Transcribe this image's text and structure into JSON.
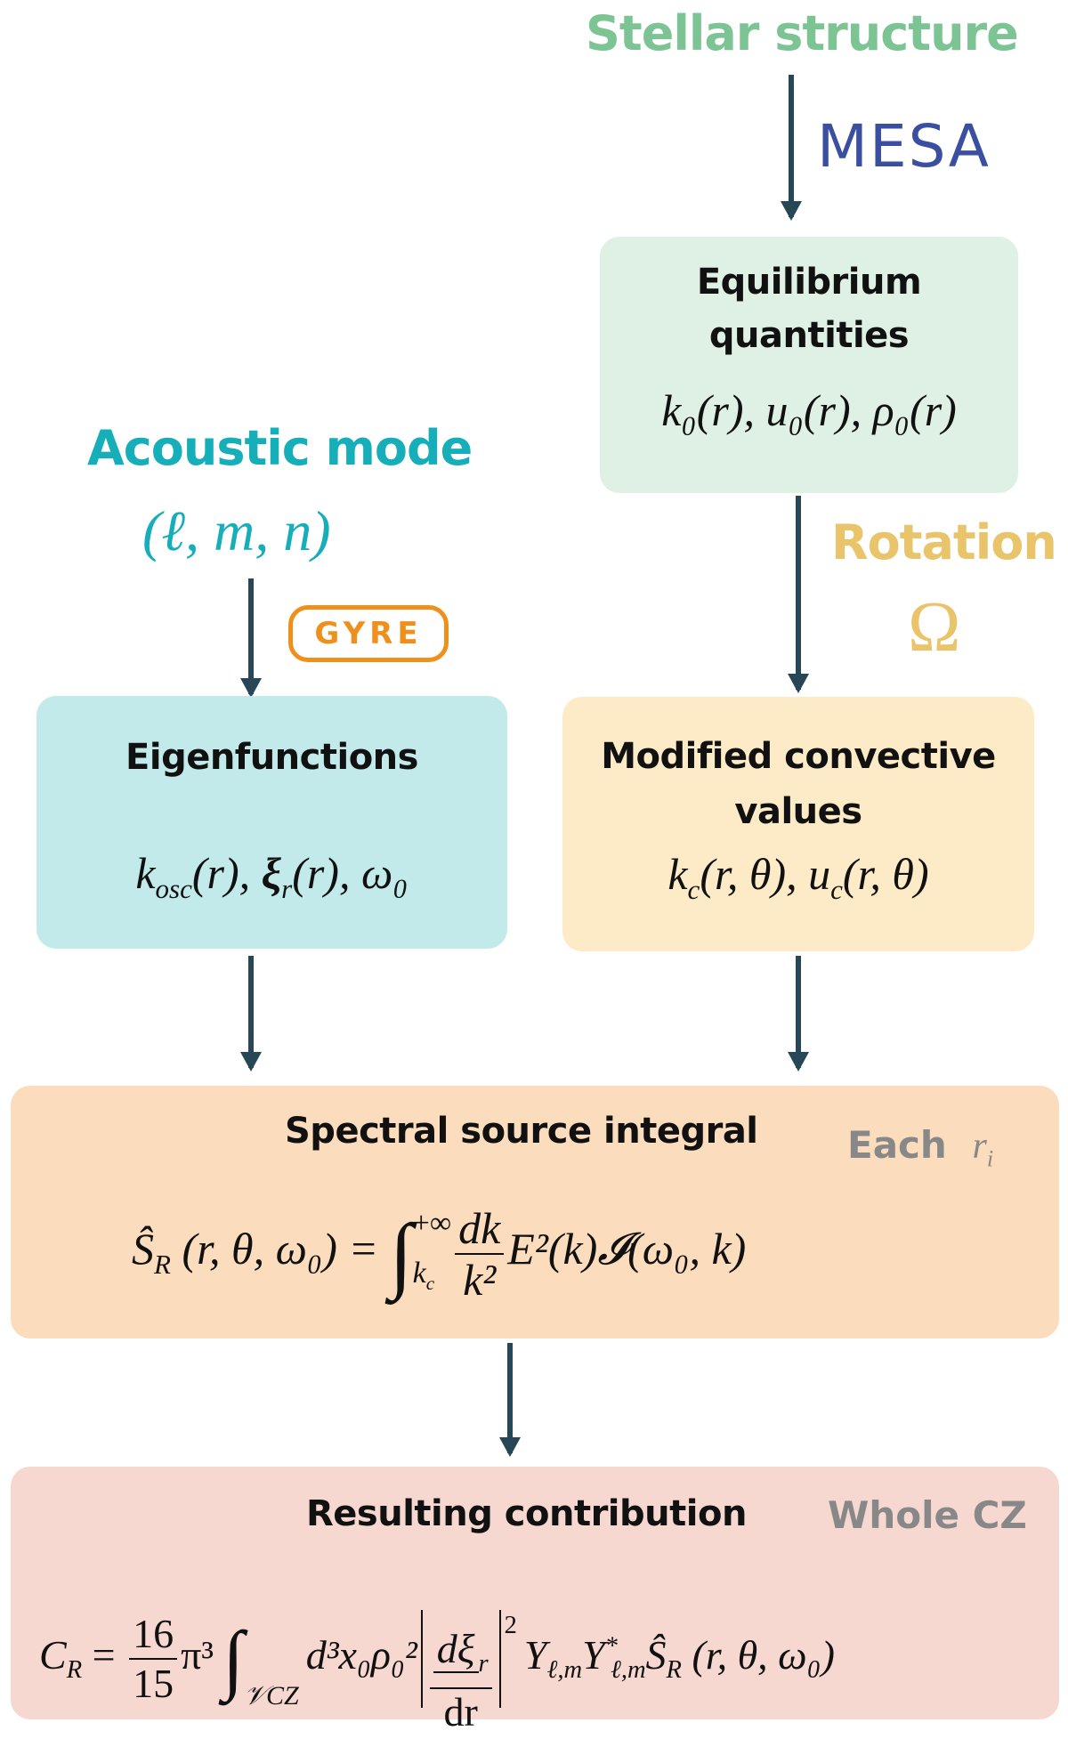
{
  "inputs": {
    "stellar_structure": {
      "title": "Stellar structure",
      "color": "#7cc494"
    },
    "acoustic_mode": {
      "title": "Acoustic mode",
      "params": "(ℓ, m, n)",
      "color": "#16aeb9"
    },
    "rotation": {
      "title": "Rotation",
      "symbol": "Ω",
      "color": "#e9c46a"
    }
  },
  "logos": {
    "mesa": {
      "text": "MESA",
      "color": "#3b4fa1"
    },
    "gyre": {
      "text": "GYRE",
      "color": "#f0901c"
    }
  },
  "boxes": {
    "equilibrium": {
      "title_line1": "Equilibrium",
      "title_line2": "quantities",
      "formula": "k₀(r), u₀(r), ρ₀(r)",
      "color": "#dff0e5"
    },
    "eigenfunctions": {
      "title": "Eigenfunctions",
      "formula_k": "k",
      "formula_k_sub": "osc",
      "formula_rest1": "(r), ",
      "formula_xi": "ξ",
      "formula_xi_sub": "r",
      "formula_rest2": "(r), ω₀",
      "color": "#c2eaea"
    },
    "modified": {
      "title_line1": "Modified convective",
      "title_line2": "values",
      "formula": "k",
      "formula_sub1": "c",
      "formula_mid": "(r, θ), u",
      "formula_sub2": "c",
      "formula_end": "(r, θ)",
      "color": "#fdeac6"
    },
    "spectral": {
      "title": "Spectral source integral",
      "tag": "Each",
      "tag_var": "r",
      "tag_var_sub": "i",
      "lhs": "Ŝ",
      "lhs_sub": "R",
      "lhs_args": " (r, θ, ω₀) = ",
      "integral": "∫",
      "lower": "k",
      "lower_sub": "c",
      "upper": "+∞",
      "frac_num": "dk",
      "frac_den": "k²",
      "rhs": "E²(k)𝓘(ω₀, k)",
      "color": "#fbdcbd"
    },
    "resulting": {
      "title": "Resulting contribution",
      "tag": "Whole CZ",
      "lhs": "C",
      "lhs_sub": "R",
      "eq": " = ",
      "frac_num": "16",
      "frac_den": "15",
      "pi": "π³",
      "integral": "∫",
      "lower": "𝒱",
      "lower_sub2": "CZ",
      "integrand": "d³x₀ρ₀²",
      "abs_num": "dξ",
      "abs_num_sub": "r",
      "abs_den": "dr",
      "power": "2",
      "rhs": "Y",
      "rhs_sub1": "ℓ,m",
      "rhs2": "Y",
      "rhs_sup2": "*",
      "rhs_sub2": "ℓ,m",
      "rhs3": "Ŝ",
      "rhs_sub3": "R",
      "rhs_args": " (r, θ, ω₀)",
      "color": "#f7d8d0"
    }
  },
  "arrow_color": "#274656"
}
